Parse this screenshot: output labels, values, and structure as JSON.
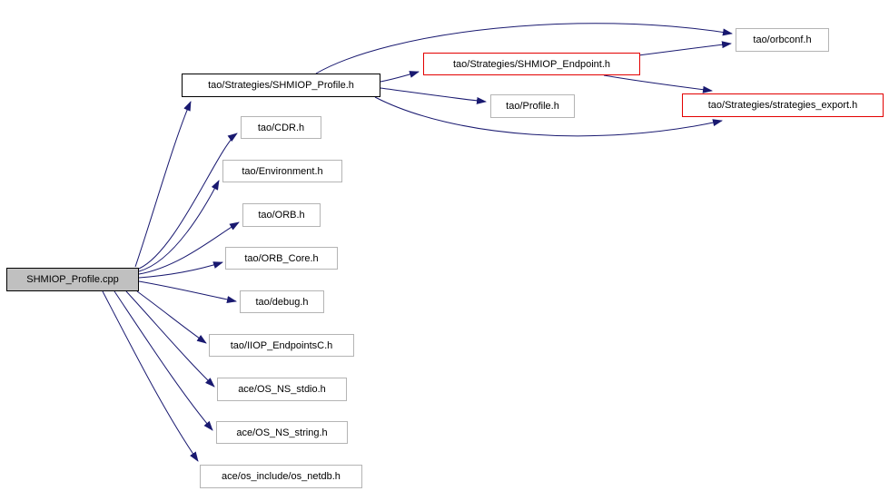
{
  "diagram": {
    "kind": "include-dependency-graph",
    "colors": {
      "background": "#ffffff",
      "edge": "#191970",
      "main_node_fill": "#c0c0c0",
      "main_node_border": "#000000",
      "node_border": "#b4b4b4",
      "emphasized_node_border": "#000000",
      "truncated_node_border": "#e30000",
      "text": "#000000"
    },
    "nodes": [
      {
        "id": "shmiop_profile_cpp",
        "label": "SHMIOP_Profile.cpp",
        "style": "main"
      },
      {
        "id": "shmiop_profile_h",
        "label": "tao/Strategies/SHMIOP_Profile.h",
        "style": "emphasized"
      },
      {
        "id": "shmiop_endpoint_h",
        "label": "tao/Strategies/SHMIOP_Endpoint.h",
        "style": "truncated-red"
      },
      {
        "id": "orbconf_h",
        "label": "tao/orbconf.h",
        "style": "normal"
      },
      {
        "id": "profile_h",
        "label": "tao/Profile.h",
        "style": "normal"
      },
      {
        "id": "strategies_export_h",
        "label": "tao/Strategies/strategies_export.h",
        "style": "truncated-red"
      },
      {
        "id": "cdr_h",
        "label": "tao/CDR.h",
        "style": "normal"
      },
      {
        "id": "environment_h",
        "label": "tao/Environment.h",
        "style": "normal"
      },
      {
        "id": "orb_h",
        "label": "tao/ORB.h",
        "style": "normal"
      },
      {
        "id": "orb_core_h",
        "label": "tao/ORB_Core.h",
        "style": "normal"
      },
      {
        "id": "debug_h",
        "label": "tao/debug.h",
        "style": "normal"
      },
      {
        "id": "iiop_endpointsc_h",
        "label": "tao/IIOP_EndpointsC.h",
        "style": "normal"
      },
      {
        "id": "os_ns_stdio_h",
        "label": "ace/OS_NS_stdio.h",
        "style": "normal"
      },
      {
        "id": "os_ns_string_h",
        "label": "ace/OS_NS_string.h",
        "style": "normal"
      },
      {
        "id": "os_netdb_h",
        "label": "ace/os_include/os_netdb.h",
        "style": "normal"
      }
    ],
    "edges": [
      {
        "from": "shmiop_profile_cpp",
        "to": "shmiop_profile_h"
      },
      {
        "from": "shmiop_profile_cpp",
        "to": "cdr_h"
      },
      {
        "from": "shmiop_profile_cpp",
        "to": "environment_h"
      },
      {
        "from": "shmiop_profile_cpp",
        "to": "orb_h"
      },
      {
        "from": "shmiop_profile_cpp",
        "to": "orb_core_h"
      },
      {
        "from": "shmiop_profile_cpp",
        "to": "debug_h"
      },
      {
        "from": "shmiop_profile_cpp",
        "to": "iiop_endpointsc_h"
      },
      {
        "from": "shmiop_profile_cpp",
        "to": "os_ns_stdio_h"
      },
      {
        "from": "shmiop_profile_cpp",
        "to": "os_ns_string_h"
      },
      {
        "from": "shmiop_profile_cpp",
        "to": "os_netdb_h"
      },
      {
        "from": "shmiop_profile_h",
        "to": "orbconf_h"
      },
      {
        "from": "shmiop_profile_h",
        "to": "shmiop_endpoint_h"
      },
      {
        "from": "shmiop_profile_h",
        "to": "profile_h"
      },
      {
        "from": "shmiop_profile_h",
        "to": "strategies_export_h"
      },
      {
        "from": "shmiop_endpoint_h",
        "to": "orbconf_h"
      },
      {
        "from": "shmiop_endpoint_h",
        "to": "strategies_export_h"
      }
    ]
  }
}
